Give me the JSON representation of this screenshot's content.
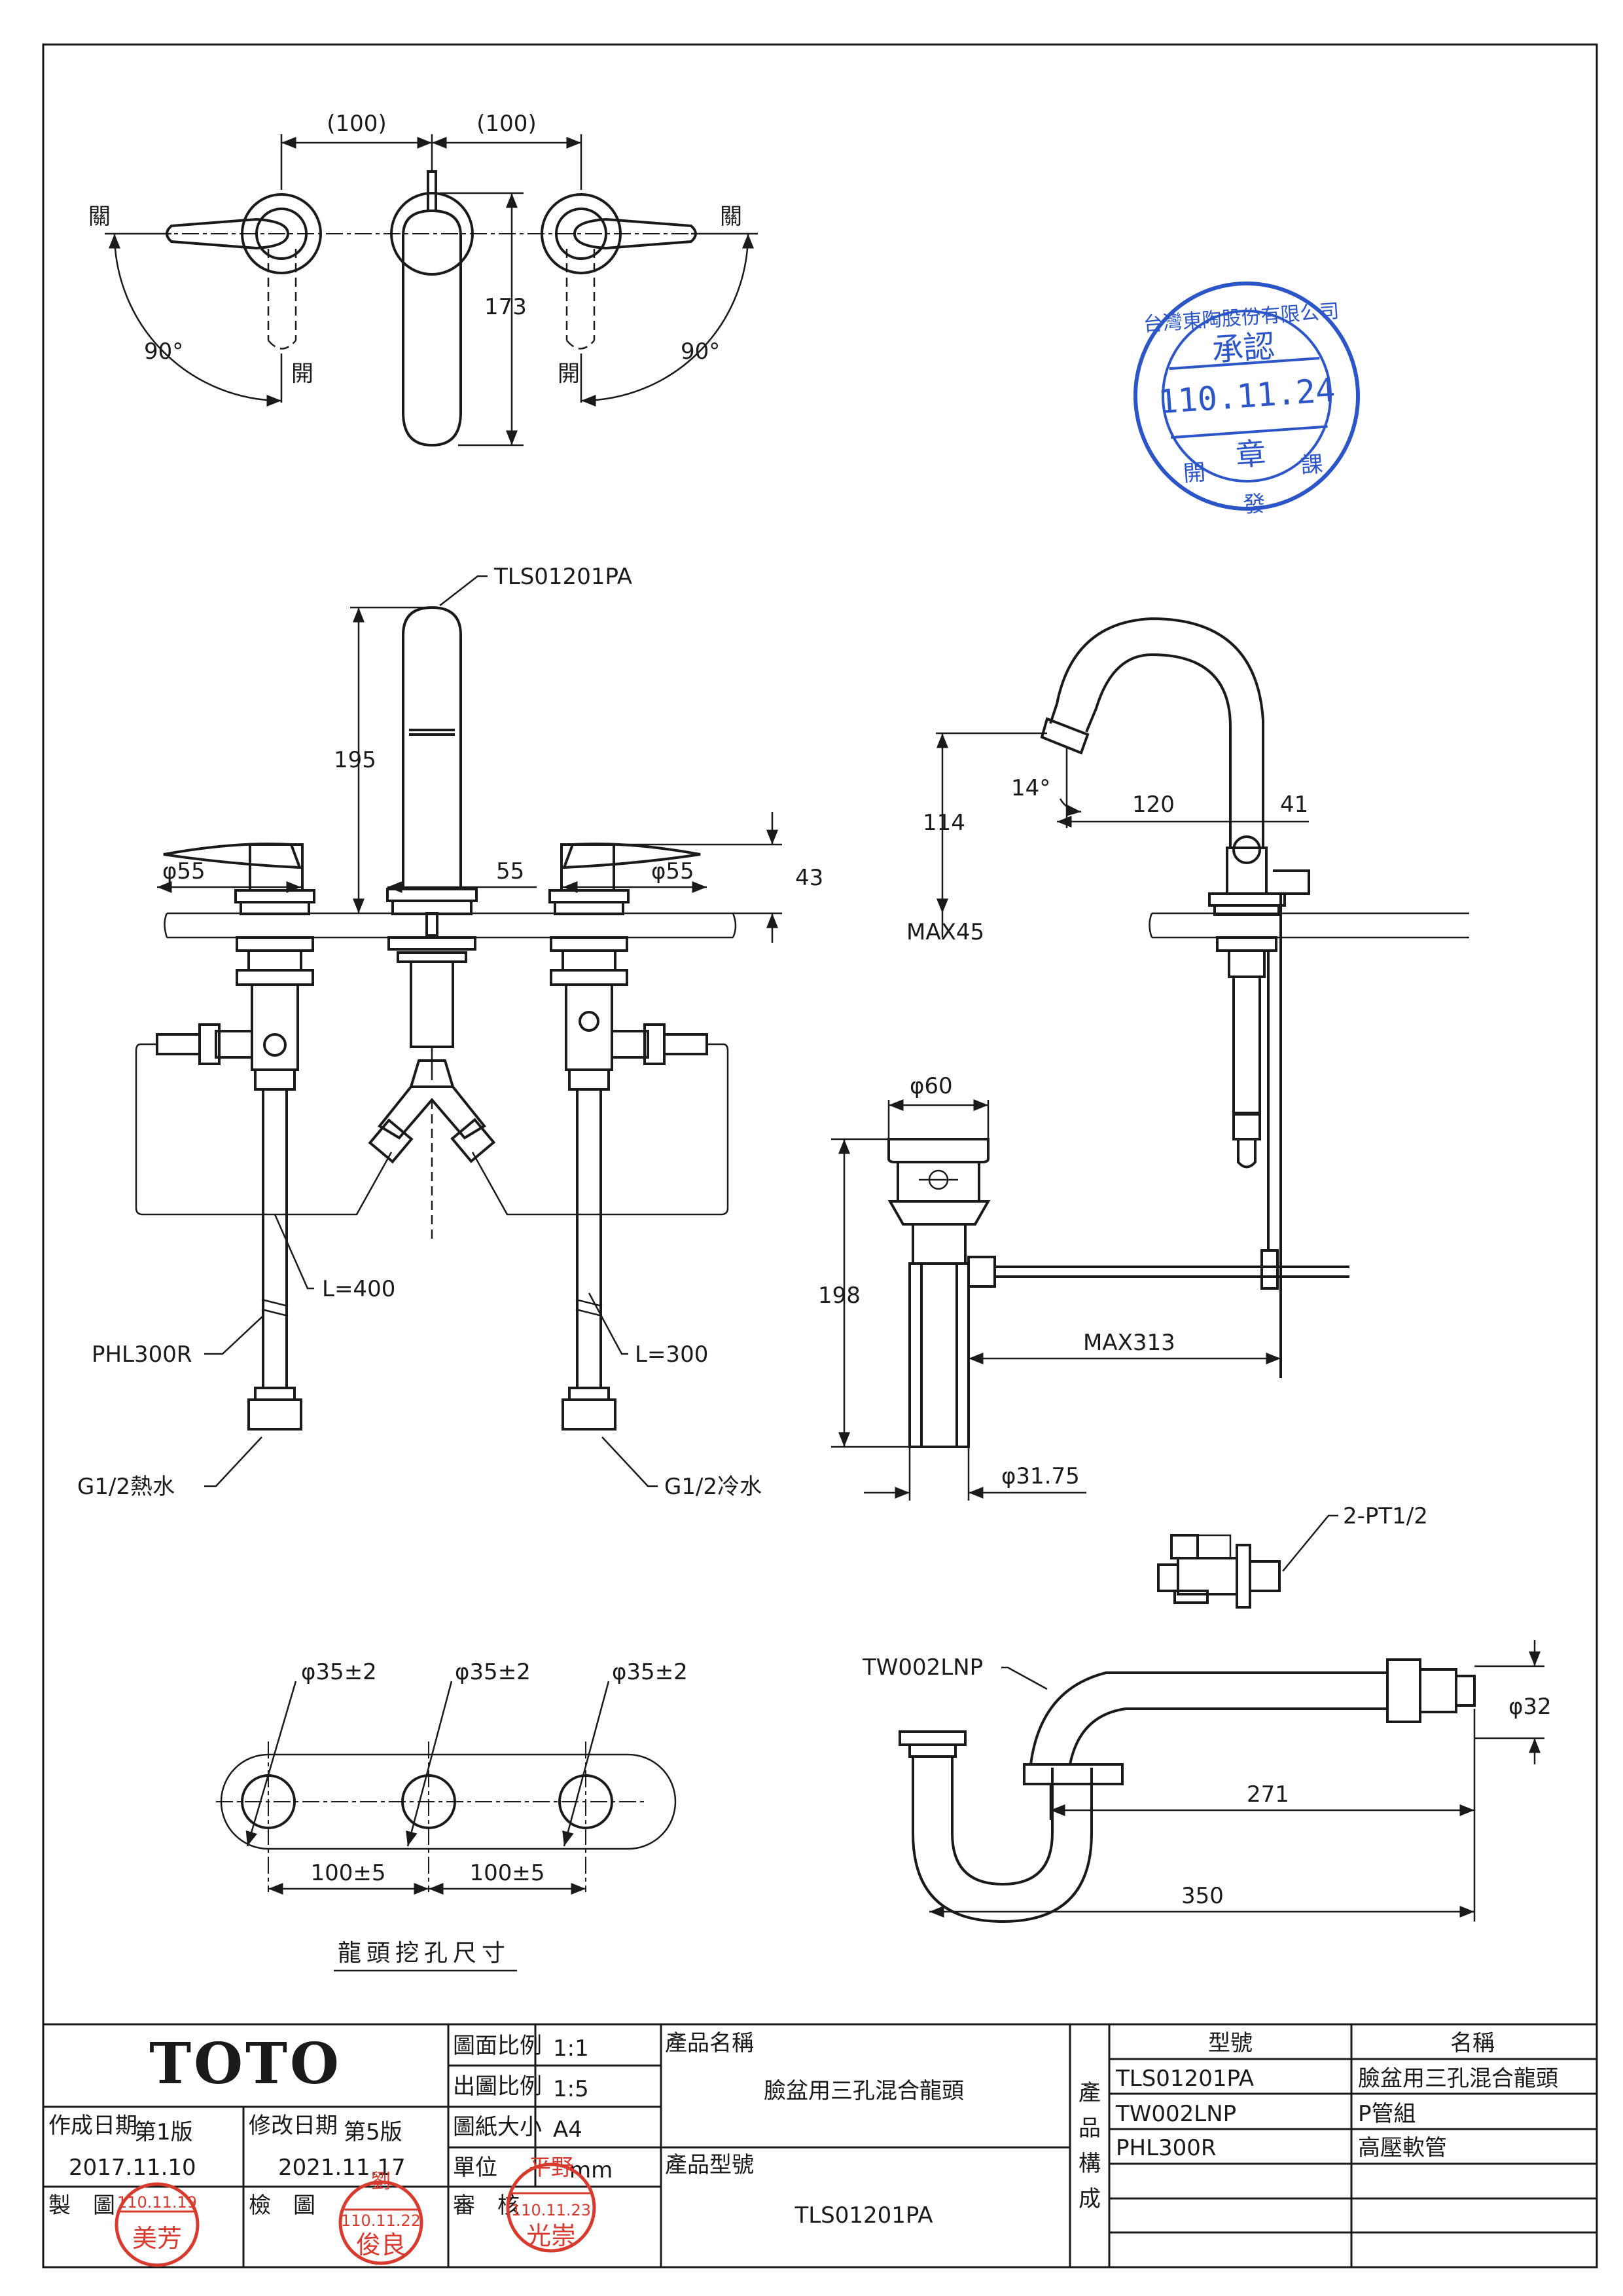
{
  "drawing": {
    "top_view": {
      "spacing_left": "(100)",
      "spacing_right": "(100)",
      "height": "173",
      "angle_left": "90°",
      "angle_right": "90°",
      "close_left": "關",
      "close_right": "關",
      "open_left": "開",
      "open_right": "開"
    },
    "front_view": {
      "callout_model": "TLS01201PA",
      "spout_height": "195",
      "handle_dia_left": "φ55",
      "handle_dia_right": "φ55",
      "spout_dia": "55",
      "handle_height": "43",
      "hose_long": "L=400",
      "hose_short": "L=300",
      "hose_model": "PHL300R",
      "hot_inlet": "G1/2熱水",
      "cold_inlet": "G1/2冷水"
    },
    "side_view": {
      "angle": "14°",
      "height": "114",
      "reach": "120",
      "offset": "41",
      "deck_max": "MAX45"
    },
    "drain": {
      "cap_dia": "φ60",
      "height": "198",
      "rod_max": "MAX313",
      "tail_dia": "φ31.75"
    },
    "valve_label": "2-PT1/2",
    "ptrap": {
      "model": "TW002LNP",
      "outlet_dia": "φ32",
      "length_a": "271",
      "length_b": "350"
    },
    "holes": {
      "dia_1": "φ35±2",
      "dia_2": "φ35±2",
      "dia_3": "φ35±2",
      "spacing_1": "100±5",
      "spacing_2": "100±5",
      "caption": "龍頭挖孔尺寸"
    }
  },
  "approval_stamp": {
    "company": "台灣東陶股份有限公司",
    "word_top": "承認",
    "date": "110.11.24",
    "word_mid": "章",
    "dept_left": "開",
    "dept_mid": "發",
    "dept_right": "課"
  },
  "title_block": {
    "logo": "TOTO",
    "scale_label": "圖面比例",
    "scale_value": "1:1",
    "print_scale_label": "出圖比例",
    "print_scale_value": "1:5",
    "paper_label": "圖紙大小",
    "paper_value": "A4",
    "unit_label": "單位",
    "unit_value": "mm",
    "product_name_label": "產品名稱",
    "product_name": "臉盆用三孔混合龍頭",
    "product_model_label": "產品型號",
    "product_model": "TLS01201PA",
    "created_label": "作成日期",
    "created_version": "第1版",
    "created_date": "2017.11.10",
    "revised_label": "修改日期",
    "revised_version": "第5版",
    "revised_date": "2021.11.17",
    "drawn_label": "製　圖",
    "checked_label": "檢　圖",
    "reviewed_label": "審　核",
    "components_label": [
      "產",
      "品",
      "構",
      "成"
    ],
    "col_model": "型號",
    "col_name": "名稱",
    "components": [
      {
        "model": "TLS01201PA",
        "name": "臉盆用三孔混合龍頭"
      },
      {
        "model": "TW002LNP",
        "name": "P管組"
      },
      {
        "model": "PHL300R",
        "name": "高壓軟管"
      }
    ],
    "stamps": {
      "drawn_date": "110.11.19",
      "drawn_name": "美芳",
      "checked_date": "110.11.22",
      "checked_name": "俊良",
      "reviewed_date": "110.11.23",
      "reviewed_name": "光崇",
      "reviewed_surname": "平野",
      "checked_surname": "劉"
    }
  }
}
